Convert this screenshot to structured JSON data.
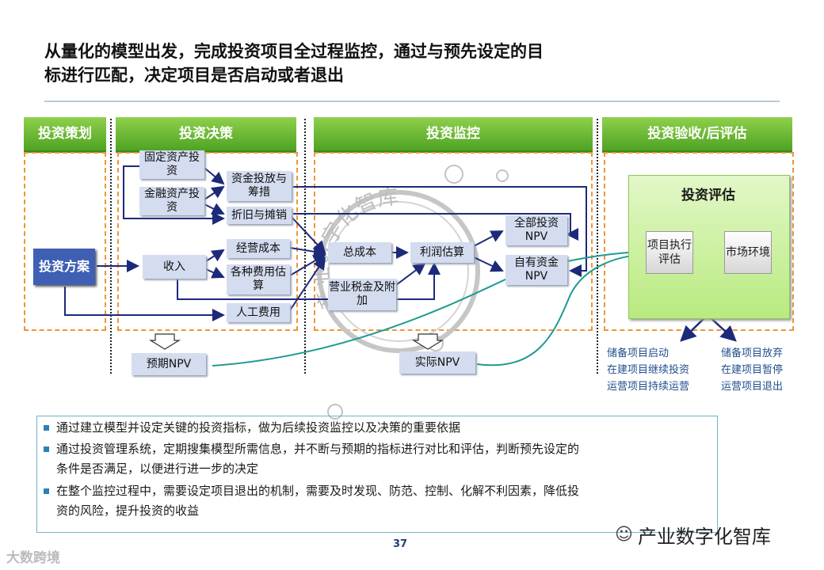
{
  "title": {
    "line1": "从量化的模型出发，完成投资项目全过程监控，通过与预先设定的目",
    "line2": "标进行匹配，决定项目是否启动或者退出"
  },
  "phases": {
    "planning": "投资策划",
    "decision": "投资决策",
    "monitoring": "投资监控",
    "acceptance": "投资验收/后评估"
  },
  "nodes": {
    "plan": "投资方案",
    "fixed_asset": "固定资产投资",
    "financial_asset": "金融资产投资",
    "funding": "资金投放与筹措",
    "depreciation": "折旧与摊销",
    "revenue": "收入",
    "operating_cost": "经营成本",
    "expenses": "各种费用估算",
    "labor_cost": "人工费用",
    "total_cost": "总成本",
    "profit_estimate": "利润估算",
    "tax": "营业税金及附加",
    "npv_total": "全部投资NPV",
    "npv_own": "自有资金NPV",
    "expected_npv": "预期NPV",
    "actual_npv": "实际NPV"
  },
  "evaluation": {
    "title": "投资评估",
    "execution": "项目执行评估",
    "market": "市场环境"
  },
  "outcomes": {
    "left": [
      "储备项目启动",
      "在建项目继续投资",
      "运营项目持续运营"
    ],
    "right": [
      "储备项目放弃",
      "在建项目暂停",
      "运营项目退出"
    ]
  },
  "bullets": [
    [
      "通过建立模型并设定关键的投资指标，做为后续投资监控以及决策的重要依据"
    ],
    [
      "通过投资管理系统，定期搜集模型所需信息，并不断与预期的指标进行对比和评估，判断预先设定的",
      "条件是否满足，以便进行进一步的决定"
    ],
    [
      "在整个监控过程中，需要设定项目退出的机制，需要及时发现、防范、控制、化解不利因素，降低投",
      "资的风险，提升投资的收益"
    ]
  ],
  "watermark": "产业数字化智库",
  "corner_logo": "大数跨境",
  "page_number": "37",
  "colors": {
    "phase_green": "#5aae2a",
    "node_blue": "#d4dcef",
    "plan_blue": "#3f5fb5",
    "arrow_navy": "#1d2a7a",
    "teal_curve": "#1f9a92",
    "dash_orange": "#f0953a",
    "outcome_blue": "#1f4e8c"
  }
}
